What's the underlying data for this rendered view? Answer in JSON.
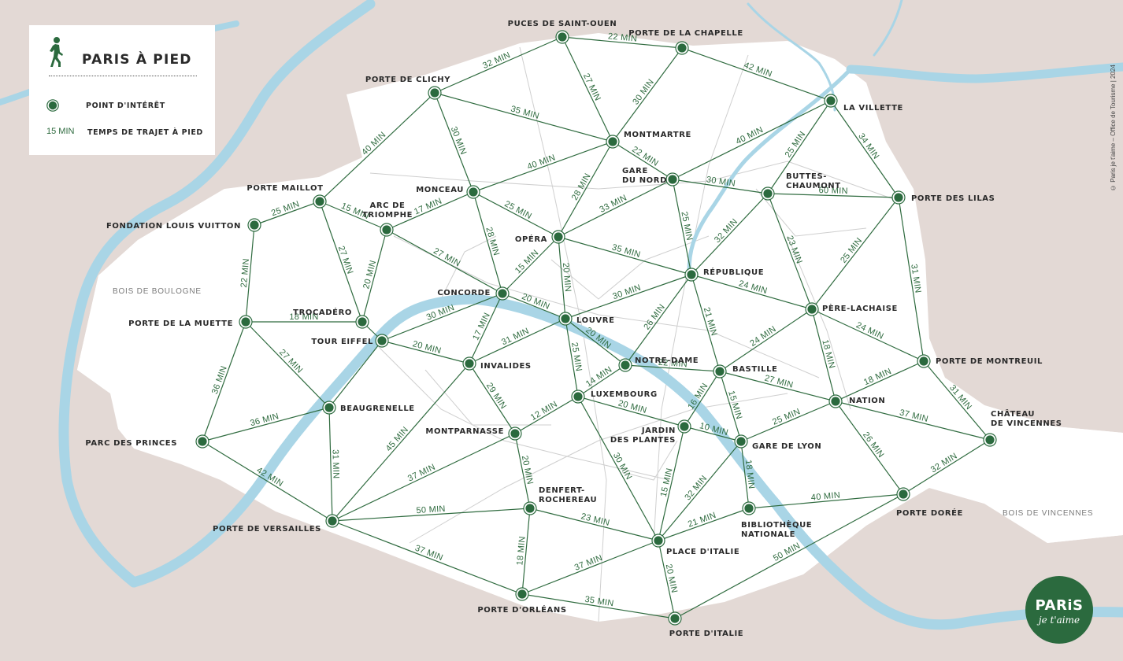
{
  "legend": {
    "title": "PARIS À PIED",
    "poi_label": "POINT D'INTÉRÊT",
    "time_sample": "15 MIN",
    "time_label": "TEMPS DE TRAJET À PIED",
    "walker_icon": "walking-person-icon"
  },
  "copyright": "© Paris je t'aime – Office de Tourisme | 2024",
  "logo": {
    "main": "PARiS",
    "sub": "je t'aime"
  },
  "colors": {
    "background": "#e3d9d5",
    "city": "#ffffff",
    "water": "#a9d5e6",
    "route": "#2f6b3f",
    "dot": "#2b6a3e"
  },
  "areas": [
    {
      "id": "bois-boulogne",
      "label": "BOIS DE BOULOGNE"
    },
    {
      "id": "bois-vincennes",
      "label": "BOIS DE VINCENNES"
    }
  ],
  "stations": [
    {
      "id": "puces",
      "lines": [
        "PUCES DE SAINT-OUEN"
      ]
    },
    {
      "id": "chapelle",
      "lines": [
        "PORTE DE LA CHAPELLE"
      ]
    },
    {
      "id": "villette",
      "lines": [
        "LA VILLETTE"
      ]
    },
    {
      "id": "clichy",
      "lines": [
        "PORTE DE CLICHY"
      ]
    },
    {
      "id": "montmartre",
      "lines": [
        "MONTMARTRE"
      ]
    },
    {
      "id": "garenord",
      "lines": [
        "GARE",
        "DU NORD"
      ]
    },
    {
      "id": "buttes",
      "lines": [
        "BUTTES-",
        "CHAUMONT"
      ]
    },
    {
      "id": "lilas",
      "lines": [
        "PORTE DES LILAS"
      ]
    },
    {
      "id": "maillot",
      "lines": [
        "PORTE MAILLOT"
      ]
    },
    {
      "id": "vuitton",
      "lines": [
        "FONDATION LOUIS VUITTON"
      ]
    },
    {
      "id": "arc",
      "lines": [
        "ARC DE",
        "TRIOMPHE"
      ]
    },
    {
      "id": "monceau",
      "lines": [
        "MONCEAU"
      ]
    },
    {
      "id": "opera",
      "lines": [
        "OPÉRA"
      ]
    },
    {
      "id": "republique",
      "lines": [
        "RÉPUBLIQUE"
      ]
    },
    {
      "id": "concorde",
      "lines": [
        "CONCORDE"
      ]
    },
    {
      "id": "louvre",
      "lines": [
        "LOUVRE"
      ]
    },
    {
      "id": "trocadero",
      "lines": [
        "TROCADÉRO"
      ]
    },
    {
      "id": "muette",
      "lines": [
        "PORTE DE LA MUETTE"
      ]
    },
    {
      "id": "eiffel",
      "lines": [
        "TOUR EIFFEL"
      ]
    },
    {
      "id": "invalides",
      "lines": [
        "INVALIDES"
      ]
    },
    {
      "id": "notredame",
      "lines": [
        "NOTRE-DAME"
      ]
    },
    {
      "id": "bastille",
      "lines": [
        "BASTILLE"
      ]
    },
    {
      "id": "perelachaise",
      "lines": [
        "PÈRE-LACHAISE"
      ]
    },
    {
      "id": "montreuil",
      "lines": [
        "PORTE DE MONTREUIL"
      ]
    },
    {
      "id": "nation",
      "lines": [
        "NATION"
      ]
    },
    {
      "id": "vincennes",
      "lines": [
        "CHÂTEAU",
        "DE VINCENNES"
      ]
    },
    {
      "id": "beaugrenelle",
      "lines": [
        "BEAUGRENELLE"
      ]
    },
    {
      "id": "luxembourg",
      "lines": [
        "LUXEMBOURG"
      ]
    },
    {
      "id": "jardin",
      "lines": [
        "JARDIN",
        "DES PLANTES"
      ]
    },
    {
      "id": "garelyon",
      "lines": [
        "GARE DE LYON"
      ]
    },
    {
      "id": "montparnasse",
      "lines": [
        "MONTPARNASSE"
      ]
    },
    {
      "id": "princes",
      "lines": [
        "PARC DES PRINCES"
      ]
    },
    {
      "id": "denfert",
      "lines": [
        "DENFERT-",
        "ROCHEREAU"
      ]
    },
    {
      "id": "bnf",
      "lines": [
        "BIBLIOTHÈQUE",
        "NATIONALE"
      ]
    },
    {
      "id": "doree",
      "lines": [
        "PORTE DORÉE"
      ]
    },
    {
      "id": "versailles",
      "lines": [
        "PORTE DE VERSAILLES"
      ]
    },
    {
      "id": "placeitalie",
      "lines": [
        "PLACE D'ITALIE"
      ]
    },
    {
      "id": "orleans",
      "lines": [
        "PORTE D'ORLÉANS"
      ]
    },
    {
      "id": "porteitalie",
      "lines": [
        "PORTE D'ITALIE"
      ]
    }
  ],
  "routes": [
    {
      "from": "puces",
      "to": "chapelle",
      "label": "22 MIN"
    },
    {
      "from": "puces",
      "to": "clichy",
      "label": "32 MIN"
    },
    {
      "from": "puces",
      "to": "montmartre",
      "label": "27 MIN"
    },
    {
      "from": "chapelle",
      "to": "montmartre",
      "label": "30 MIN"
    },
    {
      "from": "chapelle",
      "to": "villette",
      "label": "42 MIN"
    },
    {
      "from": "villette",
      "to": "garenord",
      "label": "40 MIN"
    },
    {
      "from": "villette",
      "to": "buttes",
      "label": "25 MIN"
    },
    {
      "from": "villette",
      "to": "lilas",
      "label": "34 MIN"
    },
    {
      "from": "clichy",
      "to": "montmartre",
      "label": "35 MIN"
    },
    {
      "from": "clichy",
      "to": "maillot",
      "label": "40 MIN"
    },
    {
      "from": "clichy",
      "to": "monceau",
      "label": "30 MIN"
    },
    {
      "from": "montmartre",
      "to": "monceau",
      "label": "40 MIN"
    },
    {
      "from": "montmartre",
      "to": "garenord",
      "label": "22 MIN"
    },
    {
      "from": "montmartre",
      "to": "opera",
      "label": "28 MIN"
    },
    {
      "from": "garenord",
      "to": "buttes",
      "label": "30 MIN"
    },
    {
      "from": "garenord",
      "to": "opera",
      "label": "33 MIN"
    },
    {
      "from": "garenord",
      "to": "republique",
      "label": "25 MIN"
    },
    {
      "from": "buttes",
      "to": "lilas",
      "label": "60 MIN"
    },
    {
      "from": "buttes",
      "to": "republique",
      "label": "32 MIN"
    },
    {
      "from": "buttes",
      "to": "perelachaise",
      "label": "23 MIN"
    },
    {
      "from": "lilas",
      "to": "perelachaise",
      "label": "25 MIN"
    },
    {
      "from": "lilas",
      "to": "montreuil",
      "label": "31 MIN"
    },
    {
      "from": "maillot",
      "to": "vuitton",
      "label": "25 MIN"
    },
    {
      "from": "maillot",
      "to": "arc",
      "label": "15 MIN"
    },
    {
      "from": "maillot",
      "to": "trocadero",
      "label": "27 MIN"
    },
    {
      "from": "vuitton",
      "to": "muette",
      "label": "22 MIN"
    },
    {
      "from": "arc",
      "to": "monceau",
      "label": "17 MIN"
    },
    {
      "from": "arc",
      "to": "trocadero",
      "label": "20 MIN"
    },
    {
      "from": "arc",
      "to": "concorde",
      "label": "27 MIN"
    },
    {
      "from": "monceau",
      "to": "opera",
      "label": "25 MIN"
    },
    {
      "from": "monceau",
      "to": "concorde",
      "label": "28 MIN"
    },
    {
      "from": "opera",
      "to": "concorde",
      "label": "15 MIN"
    },
    {
      "from": "opera",
      "to": "louvre",
      "label": "20 MIN"
    },
    {
      "from": "opera",
      "to": "republique",
      "label": "35 MIN"
    },
    {
      "from": "republique",
      "to": "louvre",
      "label": "30 MIN"
    },
    {
      "from": "republique",
      "to": "notredame",
      "label": "26 MIN"
    },
    {
      "from": "republique",
      "to": "bastille",
      "label": "21 MIN"
    },
    {
      "from": "republique",
      "to": "perelachaise",
      "label": "24 MIN"
    },
    {
      "from": "concorde",
      "to": "louvre",
      "label": "20 MIN"
    },
    {
      "from": "concorde",
      "to": "eiffel",
      "label": "30 MIN"
    },
    {
      "from": "concorde",
      "to": "invalides",
      "label": "17 MIN"
    },
    {
      "from": "louvre",
      "to": "invalides",
      "label": "31 MIN"
    },
    {
      "from": "louvre",
      "to": "notredame",
      "label": "20 MIN"
    },
    {
      "from": "louvre",
      "to": "luxembourg",
      "label": "25 MIN"
    },
    {
      "from": "trocadero",
      "to": "muette",
      "label": "18 MIN"
    },
    {
      "from": "trocadero",
      "to": "eiffel",
      "label": ""
    },
    {
      "from": "muette",
      "to": "beaugrenelle",
      "label": "27 MIN"
    },
    {
      "from": "muette",
      "to": "princes",
      "label": "36 MIN"
    },
    {
      "from": "eiffel",
      "to": "invalides",
      "label": "20 MIN"
    },
    {
      "from": "eiffel",
      "to": "beaugrenelle",
      "label": ""
    },
    {
      "from": "invalides",
      "to": "montparnasse",
      "label": "29 MIN"
    },
    {
      "from": "invalides",
      "to": "versailles",
      "label": "45 MIN"
    },
    {
      "from": "notredame",
      "to": "luxembourg",
      "label": "14 MIN"
    },
    {
      "from": "notredame",
      "to": "bastille",
      "label": "22 MIN"
    },
    {
      "from": "bastille",
      "to": "perelachaise",
      "label": "24 MIN"
    },
    {
      "from": "bastille",
      "to": "nation",
      "label": "27 MIN"
    },
    {
      "from": "bastille",
      "to": "jardin",
      "label": "16 MIN"
    },
    {
      "from": "bastille",
      "to": "garelyon",
      "label": "15 MIN"
    },
    {
      "from": "perelachaise",
      "to": "montreuil",
      "label": "24 MIN"
    },
    {
      "from": "perelachaise",
      "to": "nation",
      "label": "18 MIN"
    },
    {
      "from": "montreuil",
      "to": "nation",
      "label": "18 MIN"
    },
    {
      "from": "montreuil",
      "to": "vincennes",
      "label": "31 MIN"
    },
    {
      "from": "nation",
      "to": "vincennes",
      "label": "37 MIN"
    },
    {
      "from": "nation",
      "to": "garelyon",
      "label": "25 MIN"
    },
    {
      "from": "nation",
      "to": "doree",
      "label": "26 MIN"
    },
    {
      "from": "vincennes",
      "to": "doree",
      "label": "32 MIN"
    },
    {
      "from": "beaugrenelle",
      "to": "princes",
      "label": "36 MIN"
    },
    {
      "from": "beaugrenelle",
      "to": "versailles",
      "label": "31 MIN"
    },
    {
      "from": "princes",
      "to": "versailles",
      "label": "42 MIN"
    },
    {
      "from": "luxembourg",
      "to": "montparnasse",
      "label": "12 MIN"
    },
    {
      "from": "luxembourg",
      "to": "jardin",
      "label": "20 MIN"
    },
    {
      "from": "luxembourg",
      "to": "placeitalie",
      "label": "30 MIN"
    },
    {
      "from": "jardin",
      "to": "garelyon",
      "label": "10 MIN"
    },
    {
      "from": "jardin",
      "to": "placeitalie",
      "label": "15 MIN"
    },
    {
      "from": "garelyon",
      "to": "bnf",
      "label": "18 MIN"
    },
    {
      "from": "garelyon",
      "to": "placeitalie",
      "label": "32 MIN"
    },
    {
      "from": "montparnasse",
      "to": "versailles",
      "label": "37 MIN"
    },
    {
      "from": "montparnasse",
      "to": "denfert",
      "label": "20 MIN"
    },
    {
      "from": "versailles",
      "to": "denfert",
      "label": "50 MIN"
    },
    {
      "from": "versailles",
      "to": "orleans",
      "label": "37 MIN"
    },
    {
      "from": "denfert",
      "to": "placeitalie",
      "label": "23 MIN"
    },
    {
      "from": "denfert",
      "to": "orleans",
      "label": "18 MIN"
    },
    {
      "from": "bnf",
      "to": "doree",
      "label": "40 MIN"
    },
    {
      "from": "bnf",
      "to": "placeitalie",
      "label": "21 MIN"
    },
    {
      "from": "placeitalie",
      "to": "orleans",
      "label": "37 MIN"
    },
    {
      "from": "placeitalie",
      "to": "porteitalie",
      "label": "20 MIN"
    },
    {
      "from": "orleans",
      "to": "porteitalie",
      "label": "35 MIN"
    },
    {
      "from": "doree",
      "to": "porteitalie",
      "label": "50 MIN"
    }
  ]
}
